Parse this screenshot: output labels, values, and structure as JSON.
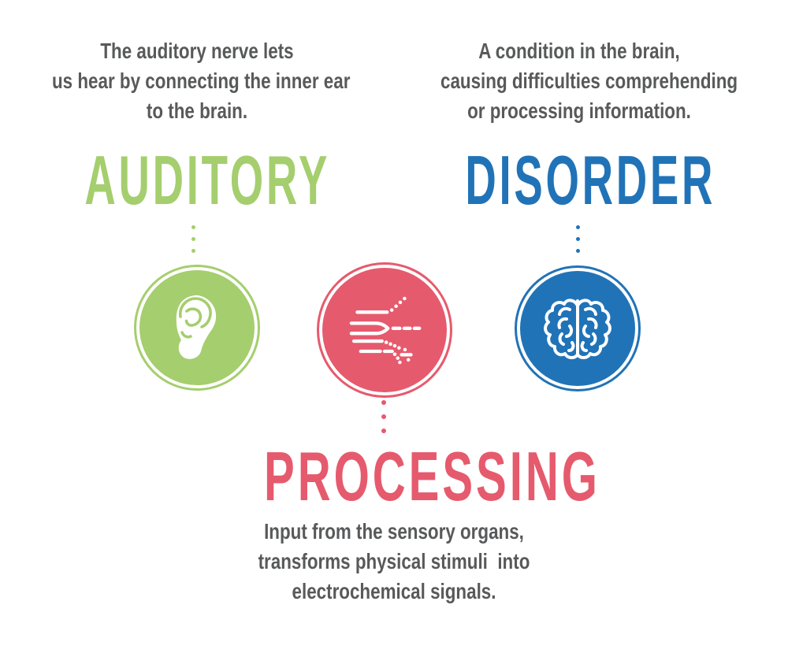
{
  "colors": {
    "green": "#a5ce6e",
    "blue": "#2173b7",
    "red": "#e65a6d",
    "text_gray": "#58595a",
    "background": "#ffffff"
  },
  "sections": {
    "auditory": {
      "title": "AUDITORY",
      "description_lines": [
        "The auditory nerve lets",
        "us hear by connecting the inner ear",
        "to the brain."
      ],
      "icon": "ear-icon"
    },
    "disorder": {
      "title": "DISORDER",
      "description_lines": [
        "A condition in the brain,",
        "causing difficulties comprehending",
        "or processing information."
      ],
      "icon": "brain-icon"
    },
    "processing": {
      "title": "PROCESSING",
      "description_lines": [
        "Input from the sensory organs,",
        "transforms physical stimuli  into",
        "electrochemical signals."
      ],
      "icon": "signal-processing-icon"
    }
  }
}
